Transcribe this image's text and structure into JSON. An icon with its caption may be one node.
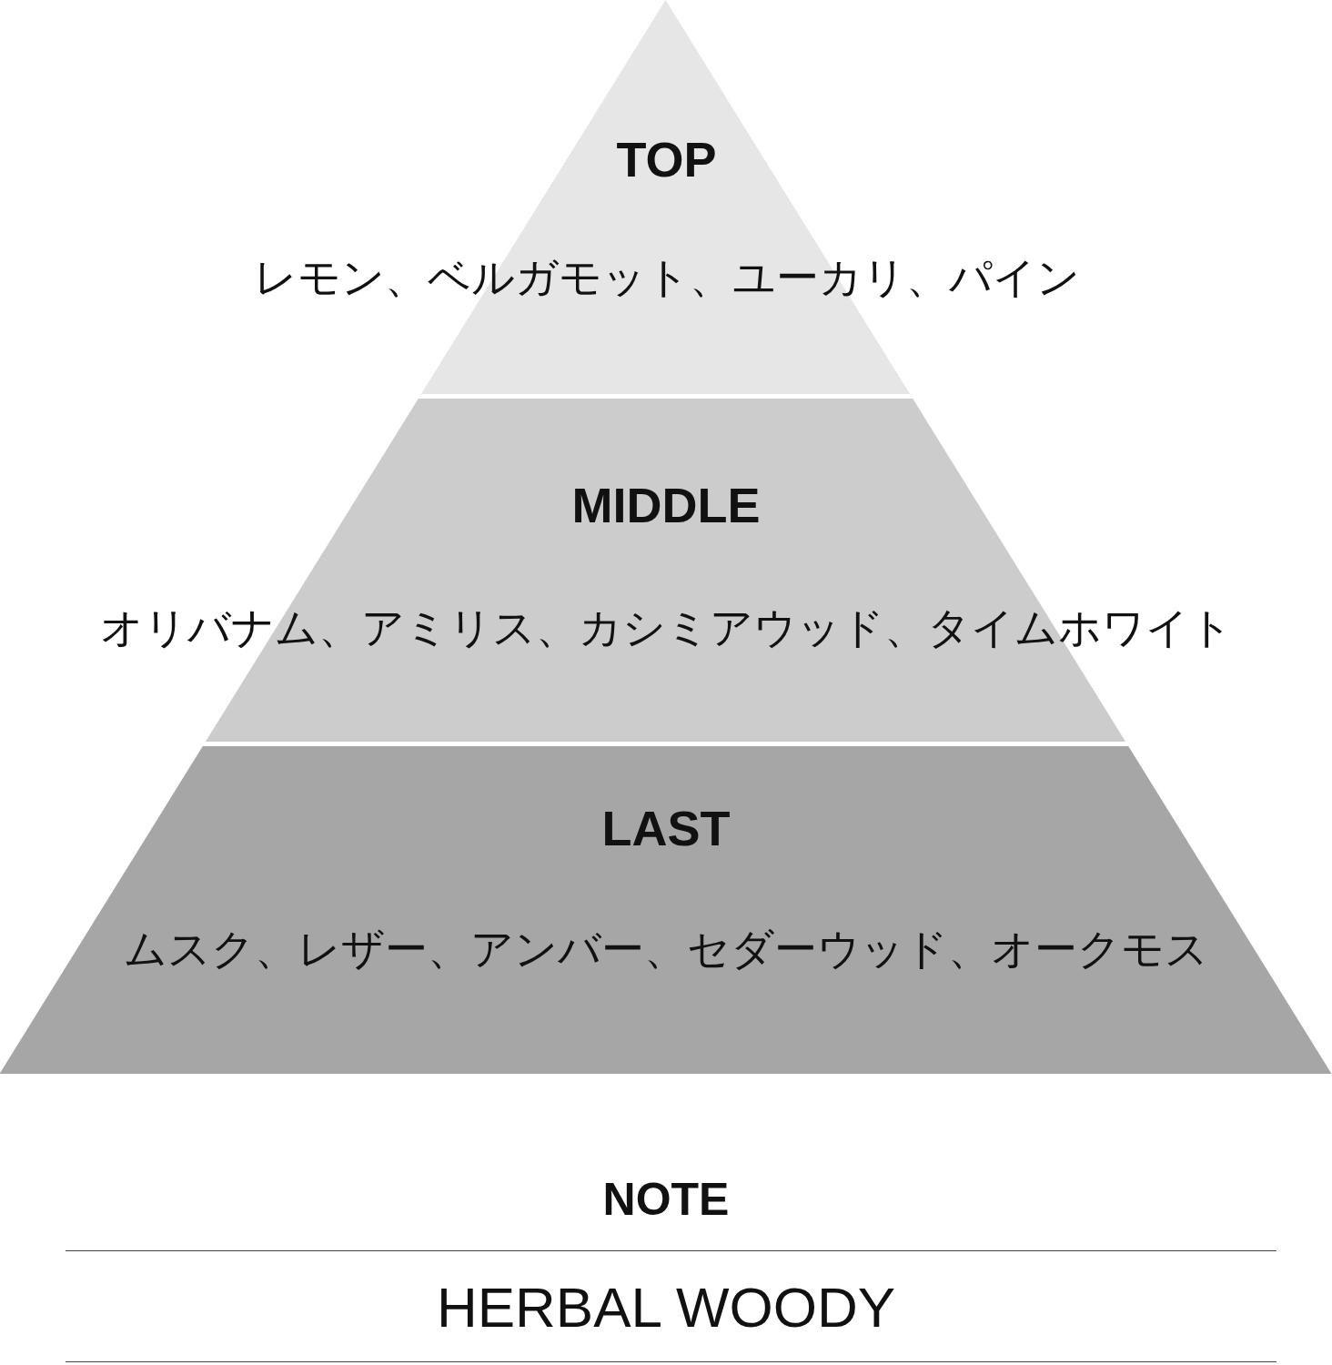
{
  "diagram": {
    "nodes": [
      {
        "text": [
          "TOP",
          "レモン、ベルガモット、ユーカリ、パイン"
        ]
      },
      {
        "text": [
          "MIDDLE",
          "オリバナム、アミリス、カシミアウッド、タイムホワイト"
        ]
      },
      {
        "text": [
          "LAST",
          "ムスク、レザー、アンバー、セダーウッド、オークモス"
        ]
      }
    ],
    "labels": [
      "NOTE",
      "HERBAL WOODY"
    ]
  }
}
